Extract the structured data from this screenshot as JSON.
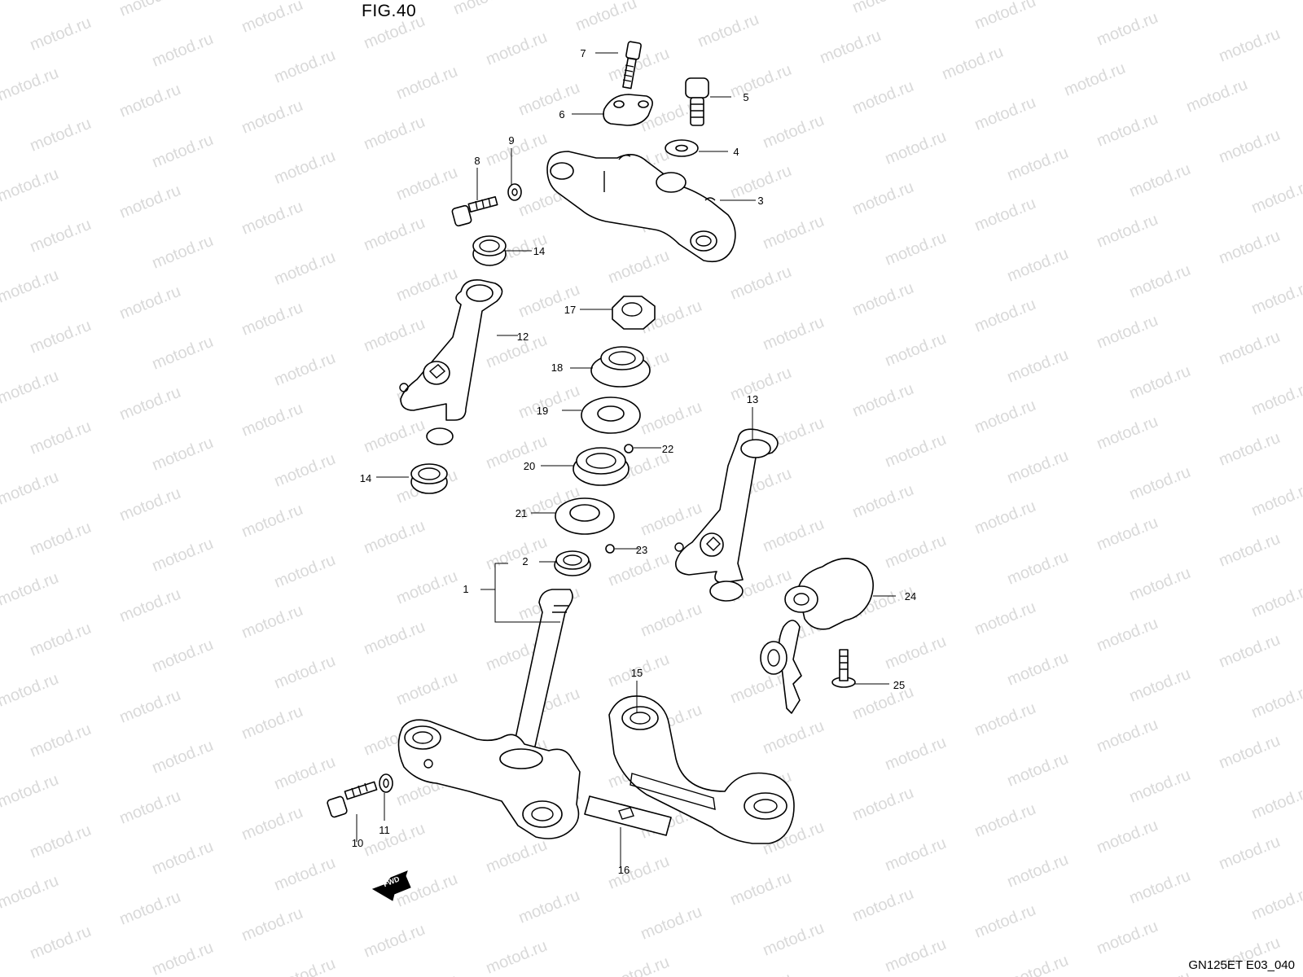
{
  "figure_title": "FIG.40",
  "footer_code": "GN125ET E03_040",
  "watermark_text": "motod.ru",
  "fwd_label": "FWD",
  "callouts": [
    {
      "label": "1"
    },
    {
      "label": "2"
    },
    {
      "label": "3"
    },
    {
      "label": "4"
    },
    {
      "label": "5"
    },
    {
      "label": "6"
    },
    {
      "label": "7"
    },
    {
      "label": "8"
    },
    {
      "label": "9"
    },
    {
      "label": "10"
    },
    {
      "label": "11"
    },
    {
      "label": "12"
    },
    {
      "label": "13"
    },
    {
      "label": "14"
    },
    {
      "label": "14"
    },
    {
      "label": "15"
    },
    {
      "label": "16"
    },
    {
      "label": "17"
    },
    {
      "label": "18"
    },
    {
      "label": "19"
    },
    {
      "label": "20"
    },
    {
      "label": "21"
    },
    {
      "label": "22"
    },
    {
      "label": "23"
    },
    {
      "label": "24"
    },
    {
      "label": "25"
    }
  ],
  "colors": {
    "line": "#000000",
    "watermark": "#d9d9d9",
    "background": "#ffffff"
  }
}
